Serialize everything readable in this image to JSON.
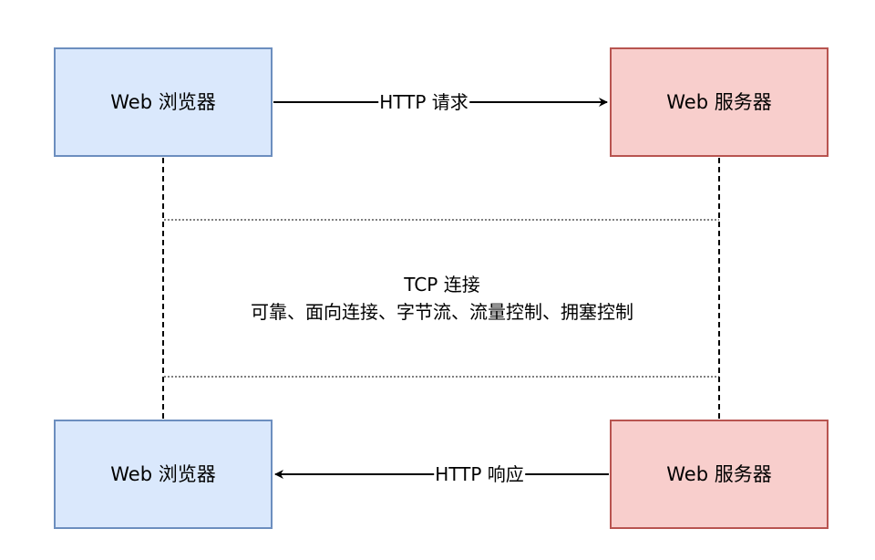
{
  "nodes": {
    "browser_top": "Web 浏览器",
    "server_top": "Web 服务器",
    "browser_bottom": "Web 浏览器",
    "server_bottom": "Web 服务器"
  },
  "edges": {
    "request": "HTTP 请求",
    "response": "HTTP 响应"
  },
  "tcp": {
    "title": "TCP 连接",
    "features": "可靠、面向连接、字节流、流量控制、拥塞控制"
  },
  "colors": {
    "browser_fill": "#dae8fc",
    "browser_stroke": "#6c8ebf",
    "server_fill": "#f8cecc",
    "server_stroke": "#b85450",
    "line": "#000000"
  }
}
